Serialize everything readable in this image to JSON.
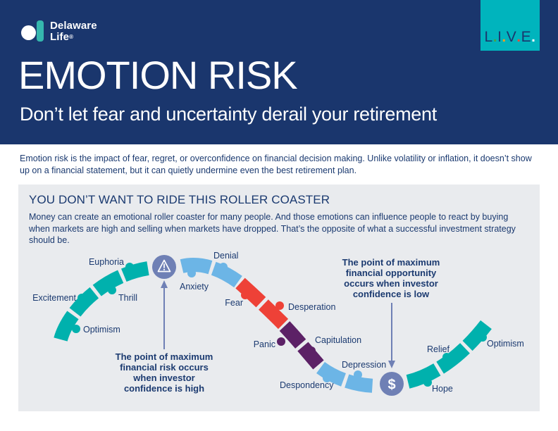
{
  "colors": {
    "header_navy": "#1a366d",
    "text_navy": "#1b3a70",
    "teal": "#00b1ad",
    "live_teal": "#00b4bd",
    "light_blue": "#6cb5e6",
    "red": "#ee4137",
    "purple": "#5c2166",
    "slate_badge": "#6f80b5",
    "panel_gray": "#e9ebee",
    "live_dots": [
      "#43a549",
      "#f5a01c",
      "#e8503a",
      "#ffffff"
    ]
  },
  "header": {
    "brand": {
      "line1": "Delaware",
      "line2": "Life",
      "mark": "®"
    },
    "live": {
      "letters": [
        "L",
        "I",
        "V",
        "E"
      ],
      "dot": "."
    },
    "title": "EMOTION RISK",
    "subtitle": "Don’t let fear and uncertainty derail your retirement"
  },
  "intro": "Emotion risk is the impact of fear, regret, or overconfidence on financial decision making. Unlike volatility or inflation, it doesn’t show up on a financial statement, but it can quietly undermine even the best retirement plan.",
  "panel": {
    "heading": "YOU DON’T WANT TO RIDE THIS ROLLER COASTER",
    "body": "Money can create an emotional roller coaster for many people. And those emotions can influence people to react by buying when markets are high and selling when markets have dropped. That’s the opposite of what a successful investment strategy should be."
  },
  "diagram": {
    "emotions": [
      {
        "label": "Optimism",
        "color": "#00b1ad"
      },
      {
        "label": "Excitement",
        "color": "#00b1ad"
      },
      {
        "label": "Thrill",
        "color": "#00b1ad"
      },
      {
        "label": "Euphoria",
        "color": "#00b1ad"
      },
      {
        "label": "Anxiety",
        "color": "#6cb5e6"
      },
      {
        "label": "Denial",
        "color": "#6cb5e6"
      },
      {
        "label": "Fear",
        "color": "#ee4137"
      },
      {
        "label": "Desperation",
        "color": "#ee4137"
      },
      {
        "label": "Panic",
        "color": "#5c2166"
      },
      {
        "label": "Capitulation",
        "color": "#5c2166"
      },
      {
        "label": "Despondency",
        "color": "#6cb5e6"
      },
      {
        "label": "Depression",
        "color": "#6cb5e6"
      },
      {
        "label": "Hope",
        "color": "#00b1ad"
      },
      {
        "label": "Relief",
        "color": "#00b1ad"
      },
      {
        "label": "Optimism",
        "color": "#00b1ad"
      }
    ],
    "risk_annotation": {
      "lines": [
        "The point of maximum",
        "financial risk occurs",
        "when investor",
        "confidence is high"
      ]
    },
    "opportunity_annotation": {
      "lines": [
        "The point of maximum",
        "financial opportunity",
        "occurs when investor",
        "confidence is low"
      ]
    },
    "risk_badge": {
      "icon": "warning-triangle"
    },
    "opportunity_badge": {
      "symbol": "$"
    }
  }
}
